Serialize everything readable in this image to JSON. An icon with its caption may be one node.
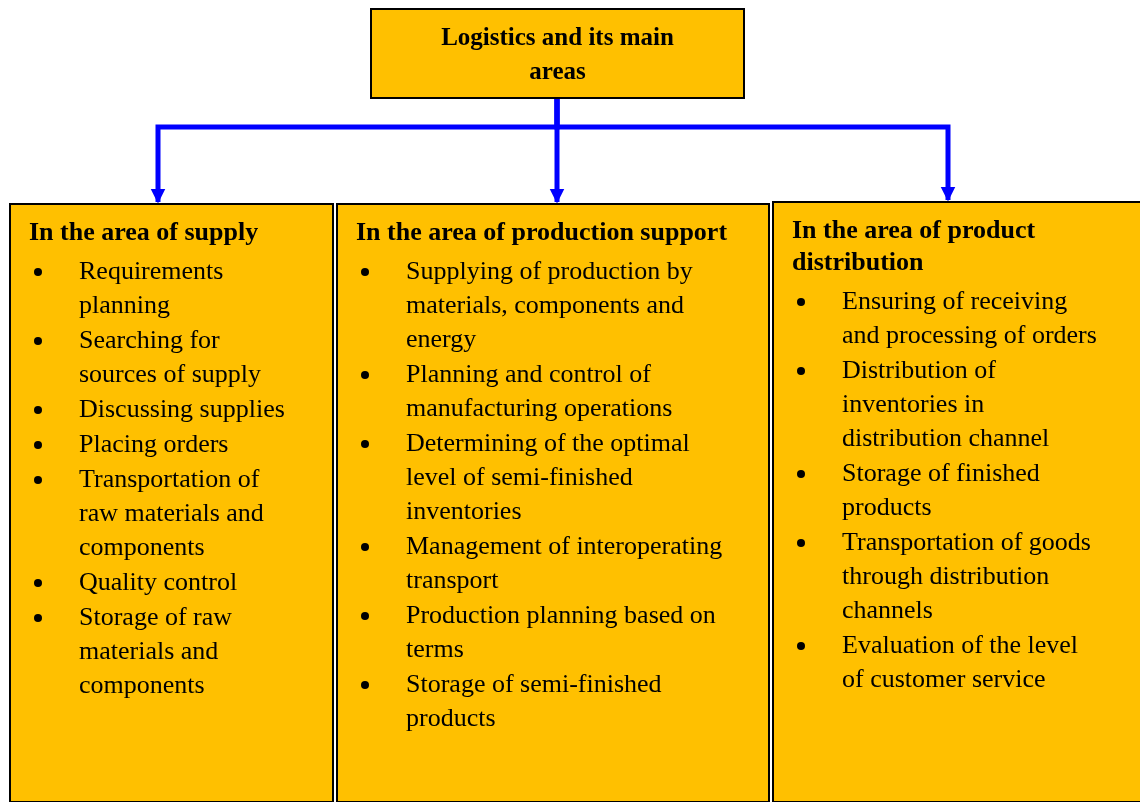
{
  "diagram": {
    "nodes": [
      {
        "text": [
          "Logistics and its main areas"
        ]
      },
      {
        "text": [
          "In the area of supply",
          "Requirements planning",
          "Searching for sources of supply",
          "Discussing supplies",
          "Placing orders",
          "Transportation of raw materials and components",
          "Quality control",
          "Storage of raw materials and components"
        ]
      },
      {
        "text": [
          "In the area of production support",
          "Supplying of production by materials, components and energy",
          "Planning and control of manufacturing operations",
          "Determining of the optimal level of semi-finished inventories",
          "Management of interoperating transport",
          "Production planning based on terms",
          "Storage of semi-finished products"
        ]
      },
      {
        "text": [
          "In the area of product distribution",
          "Ensuring of receiving and processing of orders",
          "Distribution of inventories in distribution channel",
          "Storage of finished products",
          "Transportation of goods through distribution channels",
          "Evaluation of the level of customer service"
        ]
      }
    ],
    "edges": [
      {
        "from": 0,
        "to": 1,
        "arrow": "to",
        "color": "#0000ff"
      },
      {
        "from": 0,
        "to": 2,
        "arrow": "to",
        "color": "#0000ff"
      },
      {
        "from": 0,
        "to": 3,
        "arrow": "to",
        "color": "#0000ff"
      }
    ]
  }
}
